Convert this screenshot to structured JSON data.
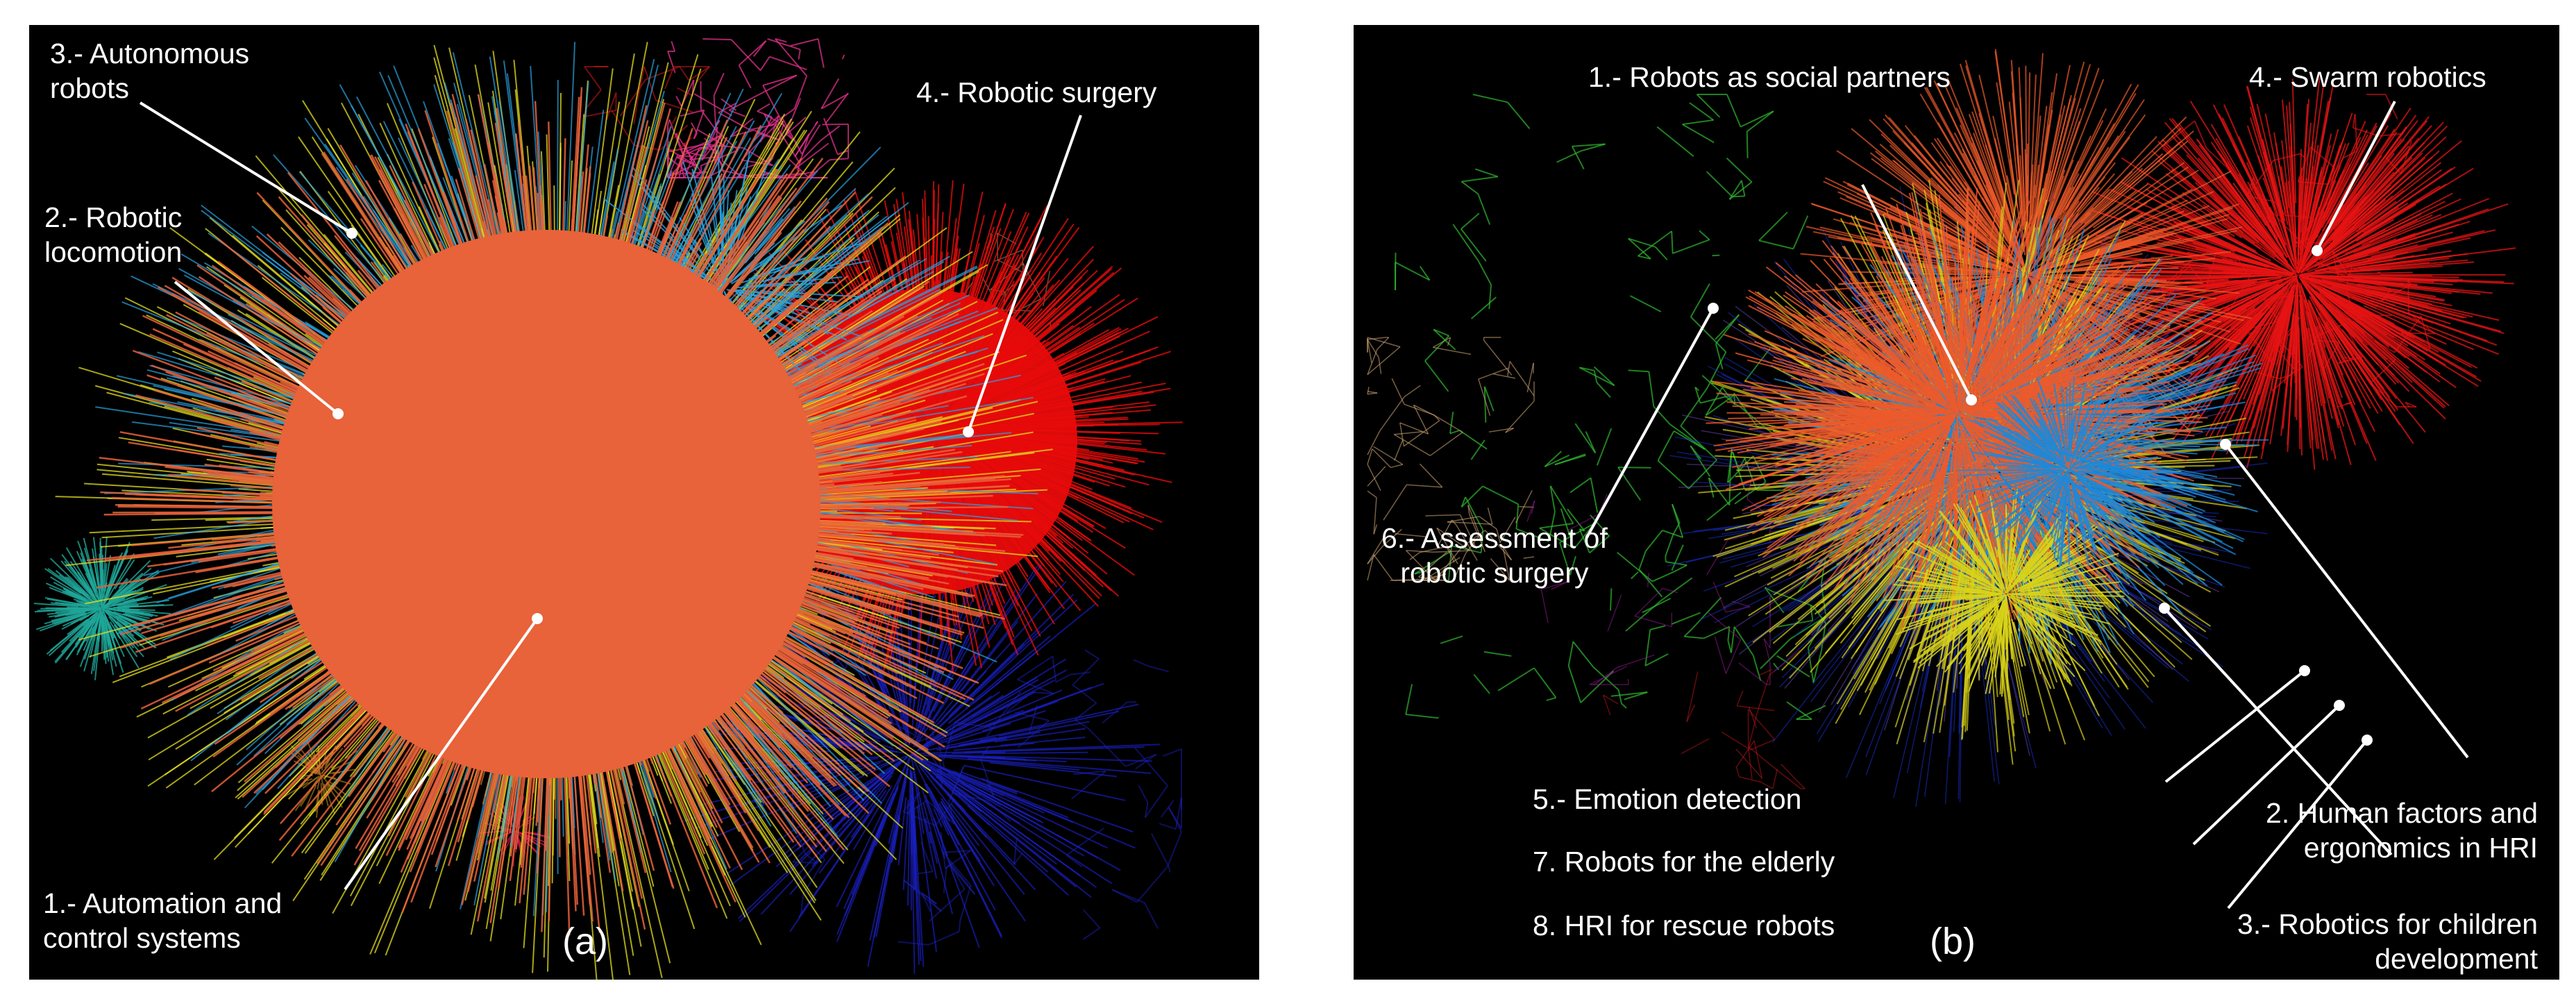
{
  "panel_a": {
    "panel_label": "(a)",
    "clusters": [
      {
        "label": "1.- Automation and\ncontrol systems",
        "color": "#e8623a"
      },
      {
        "label": "2.- Robotic\nlocomotion",
        "color": "#29a3e0"
      },
      {
        "label": "3.- Autonomous\nrobots",
        "color": "#e4de1f"
      },
      {
        "label": "4.- Robotic surgery",
        "color": "#e80b0b"
      }
    ]
  },
  "panel_b": {
    "panel_label": "(b)",
    "clusters": [
      {
        "label": "1.- Robots as social partners",
        "color": "#ee5a2a"
      },
      {
        "label": "2. Human factors and\nergonomics in HRI",
        "color": "#1e88d8"
      },
      {
        "label": "3.- Robotics for children\ndevelopment",
        "color": "#d8d21a"
      },
      {
        "label": "4.- Swarm robotics",
        "color": "#e81414"
      },
      {
        "label": "5.- Emotion detection",
        "color": "#7a52c8"
      },
      {
        "label": "6.- Assessment of\nrobotic surgery",
        "color": "#2fb82f"
      },
      {
        "label": "7. Robots for the elderly",
        "color": "#c8a070"
      },
      {
        "label": "8. HRI for rescue robots",
        "color": "#1830c8"
      }
    ]
  }
}
